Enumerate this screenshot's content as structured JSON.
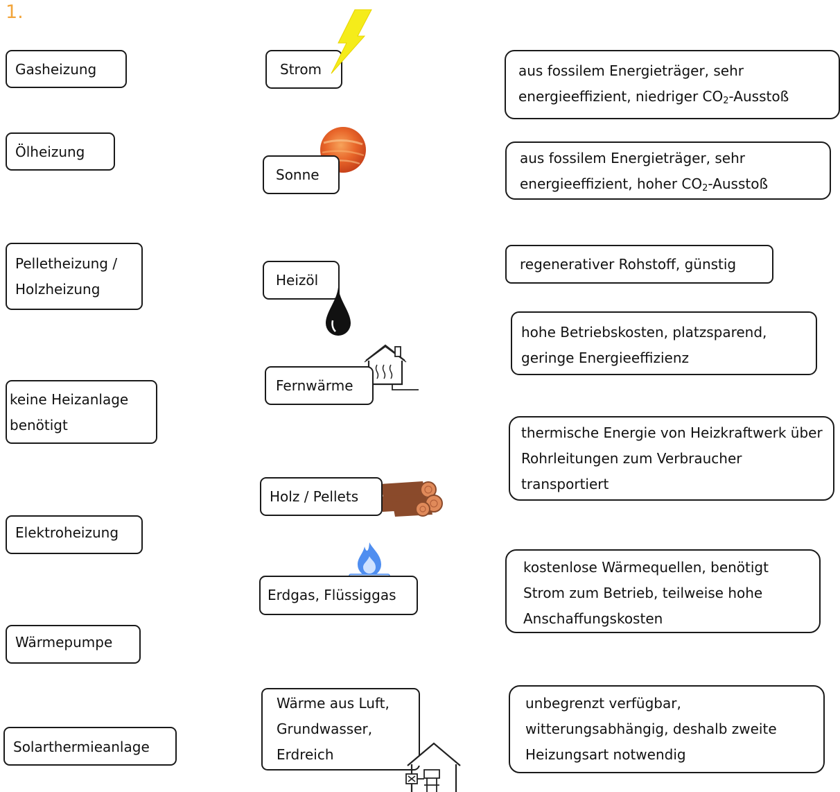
{
  "task_number": "1.",
  "heating_types": [
    {
      "lines": [
        "Gasheizung"
      ]
    },
    {
      "lines": [
        "Ölheizung"
      ]
    },
    {
      "lines": [
        "Pelletheizung /",
        "Holzheizung"
      ]
    },
    {
      "lines": [
        "keine Heizanlage",
        "benötigt"
      ]
    },
    {
      "lines": [
        "Elektroheizung"
      ]
    },
    {
      "lines": [
        "Wärmepumpe"
      ]
    },
    {
      "lines": [
        "Solarthermieanlage"
      ]
    }
  ],
  "energy_sources": [
    {
      "lines": [
        "Strom"
      ],
      "icon": "lightning-bolt-icon"
    },
    {
      "lines": [
        "Sonne"
      ],
      "icon": "sun-icon"
    },
    {
      "lines": [
        "Heizöl"
      ],
      "icon": "oil-drop-icon"
    },
    {
      "lines": [
        "Fernwärme"
      ],
      "icon": "district-heating-house-icon"
    },
    {
      "lines": [
        "Holz / Pellets"
      ],
      "icon": "wood-logs-icon"
    },
    {
      "lines": [
        "Erdgas, Flüssiggas"
      ],
      "icon": "gas-flame-icon"
    },
    {
      "lines": [
        "Wärme aus Luft,",
        "Grundwasser,",
        "Erdreich"
      ],
      "icon": "heat-pump-house-icon"
    }
  ],
  "properties": [
    {
      "lines": [
        "aus fossilem Energieträger, sehr",
        "energieeffizient, niedriger CO"
      ],
      "suffix": "-Ausstoß"
    },
    {
      "lines": [
        "aus fossilem Energieträger, sehr",
        "energieeffizient, hoher CO"
      ],
      "suffix": "-Ausstoß"
    },
    {
      "lines": [
        "regenerativer Rohstoff, günstig"
      ]
    },
    {
      "lines": [
        "hohe Betriebskosten, platzsparend,",
        "geringe Energieeffizienz"
      ]
    },
    {
      "lines": [
        "thermische Energie von Heizkraftwerk über",
        "Rohrleitungen zum Verbraucher",
        "transportiert"
      ]
    },
    {
      "lines": [
        "kostenlose Wärmequellen, benötigt",
        "Strom zum Betrieb, teilweise hohe",
        "Anschaffungskosten"
      ]
    },
    {
      "lines": [
        "unbegrenzt verfügbar,",
        "witterungsabhängig, deshalb zweite",
        "Heizungsart notwendig"
      ]
    }
  ],
  "co2_subscript": "2",
  "colors": {
    "accent": "#f2a53b",
    "lightning": "#f5ec1a",
    "flame": "#4f8ef0",
    "wood": "#8a4a2b"
  }
}
